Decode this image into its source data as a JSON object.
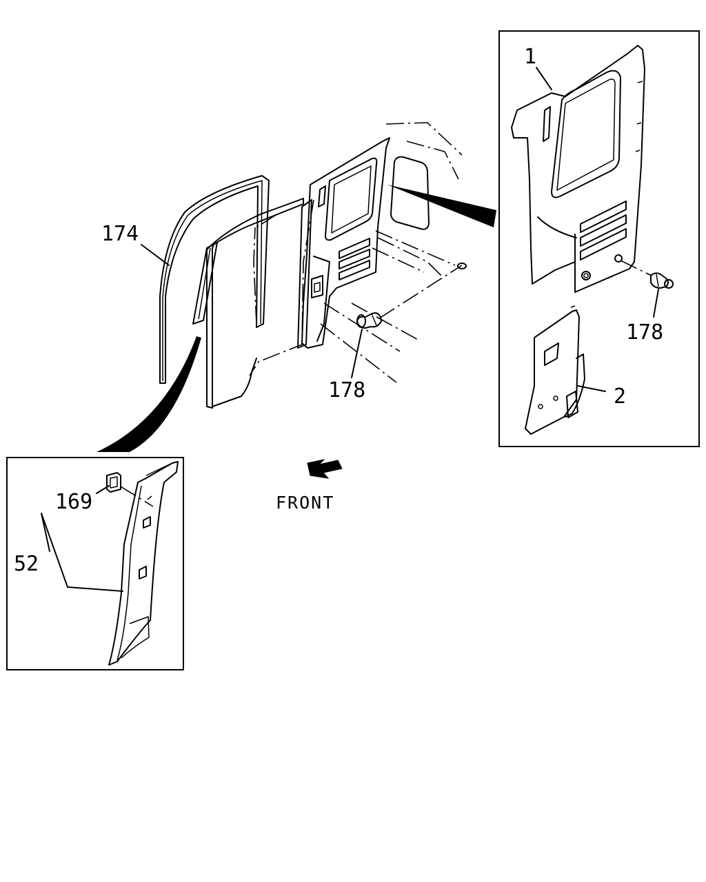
{
  "diagram": {
    "callouts": {
      "part_1": "1",
      "part_2": "2",
      "part_52": "52",
      "part_169": "169",
      "part_174": "174",
      "part_178_main": "178",
      "part_178_detail": "178"
    },
    "direction_label": "FRONT"
  }
}
